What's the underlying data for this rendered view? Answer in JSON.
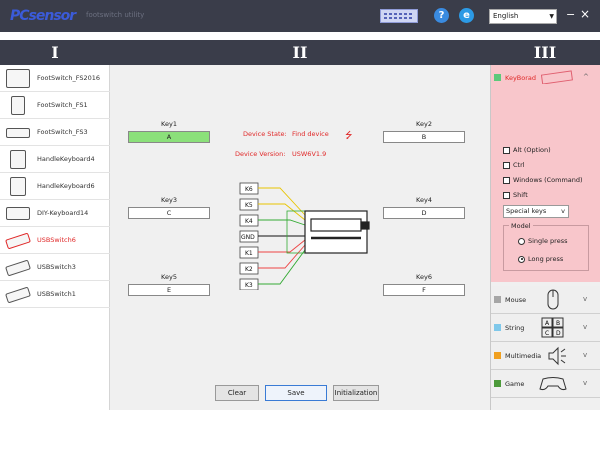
{
  "titlebar": {
    "logo": "PCsensor",
    "subtitle": "footswitch utility",
    "language": "English",
    "minimize": "−",
    "close": "×",
    "help": "?",
    "globe": "e"
  },
  "columns": [
    "I",
    "II",
    "III"
  ],
  "devices": [
    {
      "label": "FootSwitch_FS2016",
      "active": false
    },
    {
      "label": "FootSwitch_FS1",
      "active": false
    },
    {
      "label": "FootSwitch_FS3",
      "active": false
    },
    {
      "label": "HandleKeyboard4",
      "active": false
    },
    {
      "label": "HandleKeyboard6",
      "active": false
    },
    {
      "label": "DIY-Keyboard14",
      "active": false
    },
    {
      "label": "USBSwitch6",
      "active": true
    },
    {
      "label": "USBSwitch3",
      "active": false
    },
    {
      "label": "USBSwitch1",
      "active": false
    }
  ],
  "keys": {
    "key1": {
      "label": "Key1",
      "value": "A"
    },
    "key2": {
      "label": "Key2",
      "value": "B"
    },
    "key3": {
      "label": "Key3",
      "value": "C"
    },
    "key4": {
      "label": "Key4",
      "value": "D"
    },
    "key5": {
      "label": "Key5",
      "value": "E"
    },
    "key6": {
      "label": "Key6",
      "value": "F"
    }
  },
  "device_state": {
    "label": "Device State:",
    "value": "Find device"
  },
  "device_version": {
    "label": "Device Version:",
    "value": "USW6V1.9"
  },
  "usb_symbol": "⭍",
  "diagram": {
    "pins": [
      "K6",
      "K5",
      "K4",
      "GND",
      "K1",
      "K2",
      "K3"
    ]
  },
  "actions": {
    "clear": "Clear",
    "save": "Save",
    "init": "Initialization"
  },
  "right": {
    "keyboard": {
      "title": "KeyBorad",
      "modifiers": [
        "Alt (Option)",
        "Ctrl",
        "Windows (Command)",
        "Shift"
      ],
      "special": "Special keys",
      "model_title": "Model",
      "single": "Single press",
      "long": "Long press",
      "selected_model": "Long press"
    },
    "categories": [
      {
        "label": "Mouse",
        "color": "#a6a6a6"
      },
      {
        "label": "String",
        "color": "#7fc8ea"
      },
      {
        "label": "Multimedia",
        "color": "#f0a020"
      },
      {
        "label": "Game",
        "color": "#4c9a3a"
      }
    ],
    "string_glyph": {
      "a": "A",
      "b": "B",
      "c": "C",
      "d": "D"
    },
    "accent": "#5cc97a",
    "chevron": "v"
  }
}
